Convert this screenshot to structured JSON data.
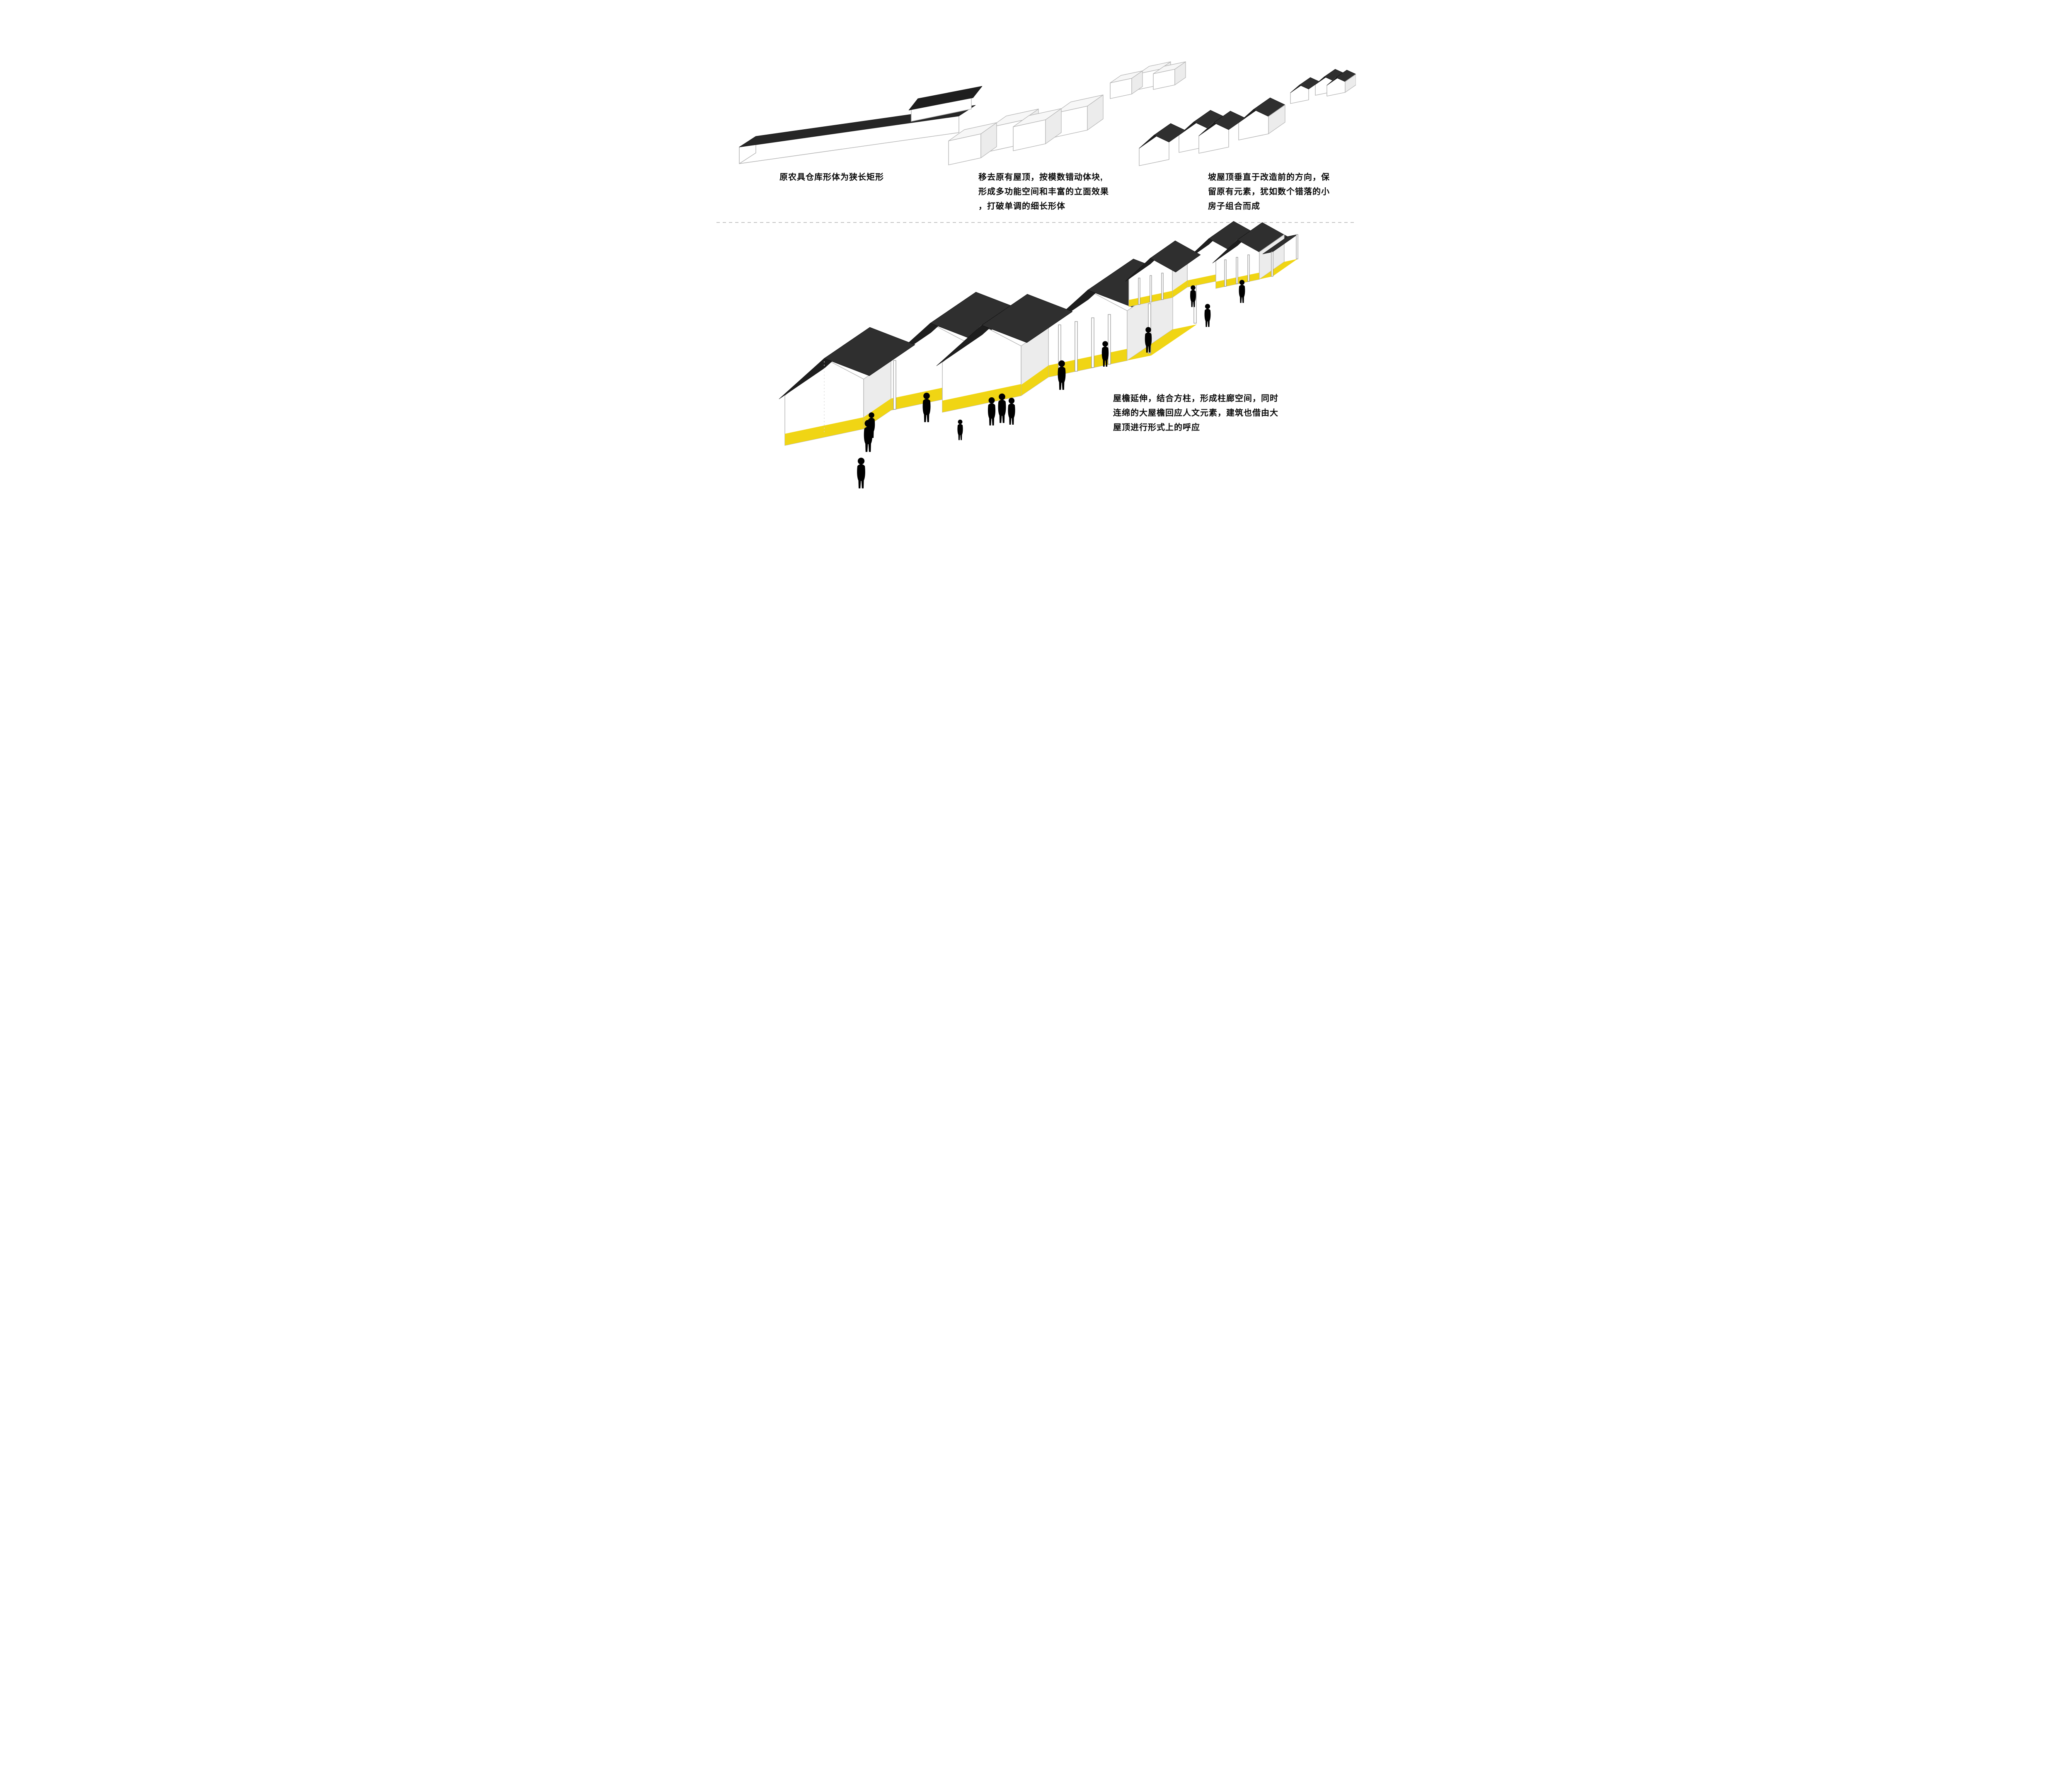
{
  "colors": {
    "roof": "#262626",
    "wall": "#ffffff",
    "outline": "#b3b3b3",
    "floor_yellow": "#f0d514",
    "text": "#0a0a0a"
  },
  "captions": {
    "step1": [
      "原农具仓库形体为狭长矩形"
    ],
    "step2": [
      "移去原有屋顶，按模数错动体块,",
      "形成多功能空间和丰富的立面效果",
      "，打破单调的细长形体"
    ],
    "step3": [
      "坡屋顶垂直于改造前的方向，保",
      "留原有元素，犹如数个错落的小",
      "房子组合而成"
    ],
    "step4": [
      "屋檐延伸，结合方柱，形成柱廊空间，同时",
      "连绵的大屋檐回应人文元素，建筑也借由大",
      "屋顶进行形式上的呼应"
    ]
  }
}
